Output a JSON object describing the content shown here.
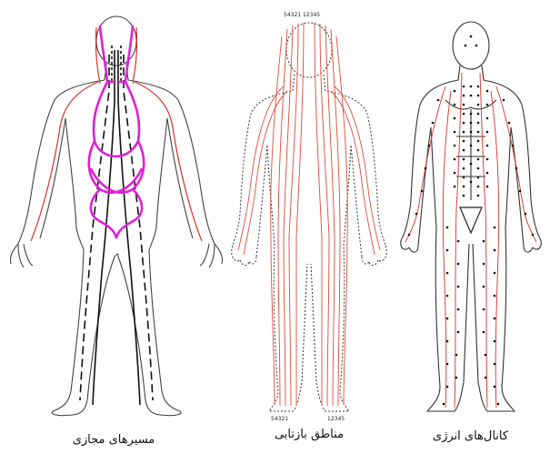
{
  "figures": [
    {
      "caption": "مسیرهای مجازی"
    },
    {
      "caption": "مناطق بازتابی",
      "zone_numbers_top": "54321 12345",
      "zone_numbers_bottom_left": "54321",
      "zone_numbers_bottom_right": "12345"
    },
    {
      "caption": "کانال‌های انرژی"
    }
  ],
  "colors": {
    "outline": "#333333",
    "channel_red": "#d9312b",
    "virtual_magenta": "#e020d8",
    "zone_red": "#e04a3a"
  }
}
